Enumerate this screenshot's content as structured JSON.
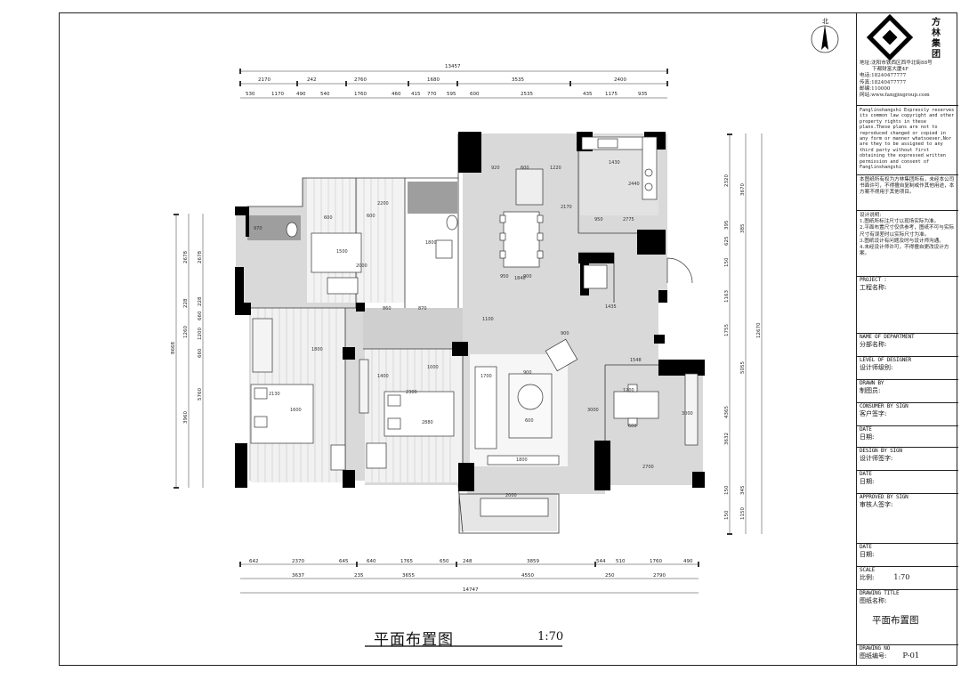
{
  "company": {
    "name_chars": [
      "方",
      "林",
      "集",
      "团"
    ],
    "north_label": "北"
  },
  "contact": {
    "address_label": "地址:",
    "address": "沈阳市铁西区西华北街88号",
    "address_line2": "下都财富大厦4F",
    "phone_label": "电话:",
    "phone": "18240477777",
    "phone2_label": "传真:",
    "phone2": "18240477777",
    "zip_label": "邮编:",
    "zip": "110000",
    "web_label": "网站:",
    "web": "www.fangjingroup.com"
  },
  "copyright_en": "Fanglinshangshi Expressly reserves its common law copyright and other property rights in these plans.These plans are not to reproduced changed or copied in any form or manner whatsoever,Nor are they to be assigned to any third party without first obtaining the expressed written permission and consent of Fanglinshangshi",
  "copyright_zh": "本图纸所有权为方林集团所有，未经本公司书面许可，不得擅自复制或作其他用途，本方案不得用于其他项目。",
  "design_notes_title": "设计说明:",
  "design_notes": [
    "1.图纸所标注尺寸以现场实际为准。",
    "2.平面布置尺寸仅供参考，图纸不可与实际尺寸有误差时以实际尺寸为准。",
    "3.图纸设计有问题及时与设计师沟通。",
    "4.未经设计师许可，不得擅自更改设计方案。"
  ],
  "title_block": {
    "project_en": "PROJECT  :",
    "project_zh": "工程名称:",
    "department_en": "NAME OF DEPARTMENT",
    "department_zh": "分部名称:",
    "designer_en": "LEVEL OF DESIGNER",
    "designer_zh": "设计师级别:",
    "drawn_en": "DRAWN BY",
    "drawn_zh": "制图员:",
    "consumer_en": "CONSUMER BY SIGN",
    "consumer_zh": "客户签字:",
    "date1_en": "DATE",
    "date1_zh": "日期:",
    "design_sign_en": "DESIGN BY SIGN",
    "design_sign_zh": "设计师签字:",
    "date2_en": "DATE",
    "date2_zh": "日期:",
    "approved_en": "APPROVED BY SIGN",
    "approved_zh": "审核人签字:",
    "date3_en": "DATE",
    "date3_zh": "日期:",
    "scale_en": "SCALE",
    "scale_zh": "比例:",
    "scale_value": "1:70",
    "drawing_title_en": "DRAWING TITLE",
    "drawing_title_zh": "图纸名称:",
    "drawing_title_value": "平面布置图",
    "drawing_no_en": "DRAWING NO",
    "drawing_no_zh": "图纸编号:",
    "drawing_no_value": "P-01"
  },
  "drawing": {
    "title": "平面布置图",
    "scale": "1:70"
  },
  "dimensions": {
    "top_total": "13457",
    "top_row1": [
      "2170",
      "242",
      "2760",
      "1680",
      "3535",
      "2400"
    ],
    "top_row2": [
      "530",
      "1170",
      "490",
      "540",
      "1760",
      "460",
      "415",
      "770",
      "595",
      "600",
      "2535",
      "435",
      "1175",
      "935"
    ],
    "bottom_row1": [
      "642",
      "2370",
      "645",
      "640",
      "1765",
      "650",
      "248",
      "3859",
      "544",
      "510",
      "1760",
      "490"
    ],
    "bottom_row2": [
      "3637",
      "235",
      "3655",
      "4550",
      "250",
      "2790"
    ],
    "bottom_total": "14747",
    "left_total": "8668",
    "left_row1": [
      "2678",
      "228",
      "1260",
      "3960"
    ],
    "left_row2": [
      "2678",
      "228",
      "660",
      "1200",
      "660",
      "5760"
    ],
    "right_total": "12670",
    "right_row1": [
      "3670",
      "385",
      "5055",
      "345",
      "1150"
    ],
    "right_row2": [
      "2320",
      "395",
      "625",
      "150",
      "1163",
      "1755",
      "4365",
      "3632",
      "150",
      "150"
    ]
  },
  "room_dims": [
    "1500",
    "2000",
    "600",
    "600",
    "1800",
    "2200",
    "970",
    "920",
    "600",
    "950",
    "900",
    "1220",
    "2440",
    "1430",
    "2170",
    "950",
    "2775",
    "1840",
    "860",
    "870",
    "900",
    "1100",
    "1435",
    "1548",
    "2130",
    "1600",
    "2880",
    "900",
    "600",
    "1700",
    "2300",
    "3000",
    "1200",
    "600",
    "1800",
    "2000",
    "2700",
    "1800",
    "1000",
    "1400",
    "3000"
  ]
}
